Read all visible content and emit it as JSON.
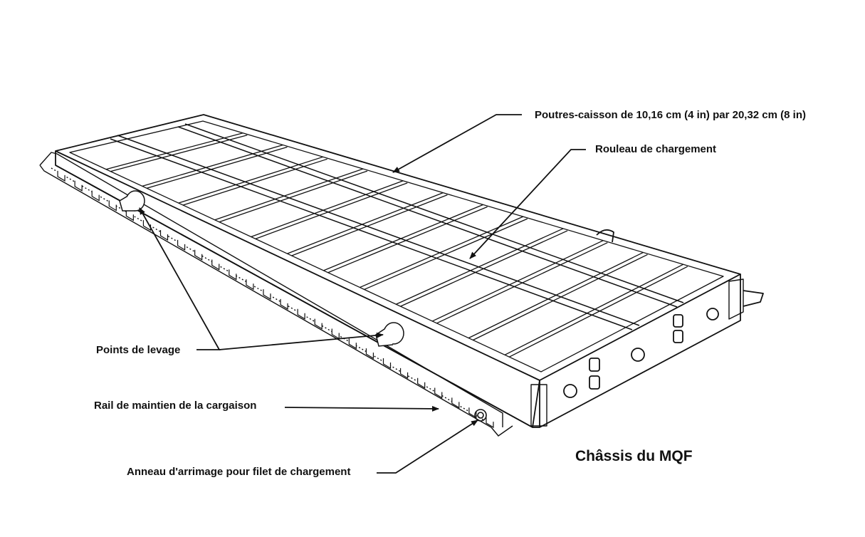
{
  "diagram": {
    "title": "Châssis du MQF",
    "labels": {
      "box_beams": "Poutres-caisson de 10,16 cm (4 in) par 20,32 cm (8 in)",
      "loading_roller": "Rouleau de chargement",
      "lifting_points": "Points de levage",
      "cargo_restraint_rail": "Rail de maintien de la cargaison",
      "tie_down_ring": "Anneau d'arrimage pour filet de chargement"
    },
    "colors": {
      "ink": "#111111",
      "background": "#ffffff"
    }
  }
}
